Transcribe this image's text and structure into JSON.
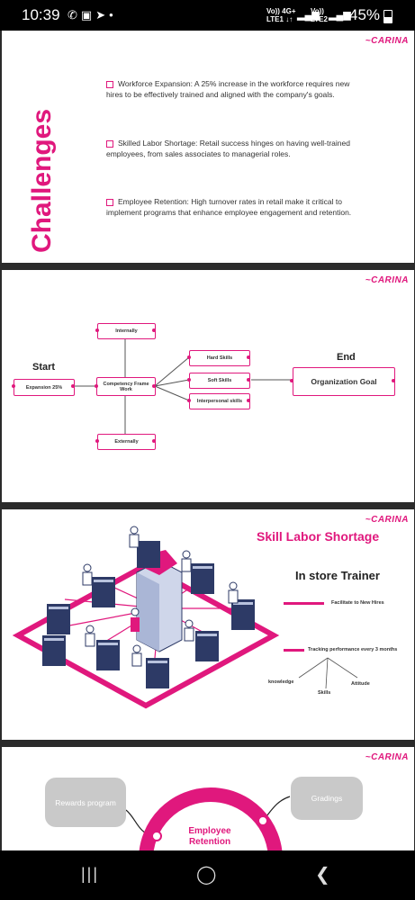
{
  "status_bar": {
    "time": "10:39",
    "battery": "45%",
    "net1_top": "Vo)) 4G+",
    "net1_bottom": "LTE1 ↓↑",
    "net2_top": "Vo))",
    "net2_bottom": "LTE2"
  },
  "brand": {
    "logo": "CARINA",
    "accent_color": "#e0187d"
  },
  "slide1": {
    "title": "Challenges",
    "bullets": [
      {
        "text": "Workforce Expansion: A 25% increase in the workforce requires new hires to be effectively trained and aligned with the company's goals."
      },
      {
        "text": "Skilled Labor Shortage: Retail success hinges on having well-trained employees, from sales associates to managerial roles."
      },
      {
        "text": "Employee Retention: High turnover rates in retail make it critical to implement programs that enhance employee engagement and retention."
      }
    ]
  },
  "slide2": {
    "start_label": "Start",
    "end_label": "End",
    "expansion": "Expansion 25%",
    "framework": "Competency Frame Work",
    "internally": "Internally",
    "externally": "Externally",
    "hard_skills": "Hard Skills",
    "soft_skills": "Soft Skills",
    "interpersonal": "Interpersonal skills",
    "goal": "Organization Goal"
  },
  "slide3": {
    "title": "Skill Labor Shortage",
    "subtitle": "In store Trainer",
    "item1": "Facilitate to New Hires",
    "item2": "Tracking performance every 3 months",
    "knowledge": "knowledge",
    "skills": "Skills",
    "attitude": "Attitude"
  },
  "slide4": {
    "rewards": "Rewards program",
    "gradings": "Gradings",
    "center_line1": "Employee",
    "center_line2": "Retention"
  },
  "nav": {
    "recents_icon": "|||",
    "home_icon": "◯",
    "back_icon": "❮"
  }
}
